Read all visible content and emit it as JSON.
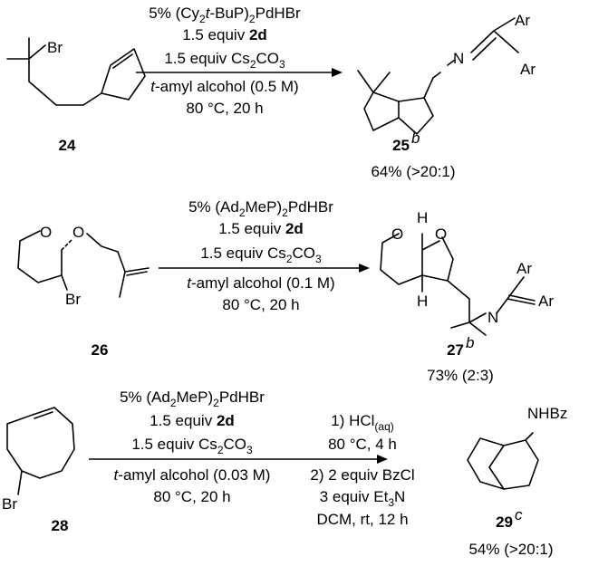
{
  "reactions": [
    {
      "conditions": [
        "5% (Cy2t-BuP)2PdHBr",
        "1.5 equiv 2d",
        "1.5 equiv Cs2CO3",
        "t-amyl alcohol (0.5 M)",
        "80 °C, 20 h"
      ],
      "starting_material": {
        "label": "24",
        "atoms": [
          "Br"
        ]
      },
      "product": {
        "label": "25",
        "footnote": "b",
        "atoms": [
          "N",
          "Ar",
          "Ar"
        ]
      },
      "yield": "64% (>20:1)"
    },
    {
      "conditions": [
        "5% (Ad2MeP)2PdHBr",
        "1.5 equiv 2d",
        "1.5 equiv Cs2CO3",
        "t-amyl alcohol (0.1 M)",
        "80 °C, 20 h"
      ],
      "starting_material": {
        "label": "26",
        "atoms": [
          "O",
          "O",
          "Br"
        ]
      },
      "product": {
        "label": "27",
        "footnote": "b",
        "atoms": [
          "H",
          "O",
          "O",
          "H",
          "N",
          "Ar",
          "Ar"
        ]
      },
      "yield": "73% (2:3)"
    },
    {
      "conditions": [
        "5% (Ad2MeP)2PdHBr",
        "1.5 equiv 2d",
        "1.5 equiv Cs2CO3",
        "t-amyl alcohol (0.03 M)",
        "80 °C, 20 h"
      ],
      "conditions_step2": [
        "1) HCl(aq)",
        "80 °C, 4 h",
        "2) 2 equiv BzCl",
        "3 equiv Et3N",
        "DCM, rt, 12 h"
      ],
      "starting_material": {
        "label": "28",
        "atoms": [
          "Br"
        ]
      },
      "product": {
        "label": "29",
        "footnote": "c",
        "atoms": [
          "NHBz"
        ]
      },
      "yield": "54% (>20:1)"
    }
  ]
}
